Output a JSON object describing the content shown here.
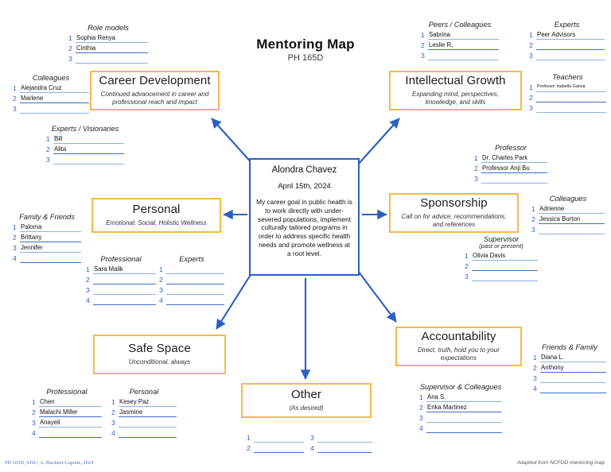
{
  "header": {
    "title": "Mentoring Map",
    "subtitle": "PH 165D"
  },
  "center": {
    "name": "Alondra Chavez",
    "date": "April 15th, 2024",
    "goal": "My career goal in public health is to work directly with under-severed populations, implement culturally tailored programs in order to address specific health needs and promote wellness at a root level."
  },
  "categories": {
    "career": {
      "title": "Career Development",
      "subtitle": "Continued advancement in career and professional reach and impact"
    },
    "intellectual": {
      "title": "Intellectual Growth",
      "subtitle": "Expanding mind, perspectives, knowledge, and skills"
    },
    "personal": {
      "title": "Personal",
      "subtitle": "Emotional, Social, Holistic Wellness"
    },
    "sponsorship": {
      "title": "Sponsorship",
      "subtitle": "Call on for advice, recommendations, and references"
    },
    "safespace": {
      "title": "Safe Space",
      "subtitle": "Unconditional, always"
    },
    "accountability": {
      "title": "Accountability",
      "subtitle": "Direct, truth, hold you to your expectations"
    },
    "other": {
      "title": "Other",
      "subtitle": "(As desired)"
    }
  },
  "lists": {
    "role_models": {
      "heading": "Role models",
      "items": [
        "Sophia Renya",
        "Cinthia",
        ""
      ]
    },
    "colleagues_career": {
      "heading": "Colleagues",
      "items": [
        "Alejandra Cruz",
        "Marlene",
        ""
      ]
    },
    "experts_visionaries": {
      "heading": "Experts / Visionaries",
      "items": [
        "Bill",
        "Alita",
        ""
      ]
    },
    "family_friends": {
      "heading": "Family & Friends",
      "items": [
        "Paloma",
        "Brittany",
        "Jennifer",
        ""
      ]
    },
    "professional_personal": {
      "heading": "Professional",
      "items": [
        "Sara Malik",
        "",
        "",
        ""
      ]
    },
    "experts_personal": {
      "heading": "Experts",
      "items": [
        "",
        "",
        "",
        ""
      ]
    },
    "professional_safe": {
      "heading": "Professional",
      "items": [
        "Chen",
        "Malachi Miller",
        "Anayeli",
        ""
      ]
    },
    "personal_safe": {
      "heading": "Personal",
      "items": [
        "Kesey Paz",
        "Jasmine",
        "",
        ""
      ]
    },
    "peers_colleagues": {
      "heading": "Peers / Colleagues",
      "items": [
        "Sabrina",
        "Leslie R,",
        ""
      ]
    },
    "experts_intellectual": {
      "heading": "Experts",
      "items": [
        "Peer Advisors",
        "",
        ""
      ]
    },
    "teachers": {
      "heading": "Teachers",
      "items": [
        "Professor Isabella Garcia",
        "",
        ""
      ]
    },
    "professor": {
      "heading": "Professor",
      "items": [
        "Dr. Charles Park",
        "Professor Anji Bu",
        ""
      ]
    },
    "colleagues_sponsorship": {
      "heading": "Colleagues",
      "items": [
        "Adrienne",
        "Jessica Burton",
        ""
      ]
    },
    "supervisor": {
      "heading": "Supervisor",
      "subheading": "(past or present)",
      "items": [
        "Olivia Davis",
        "",
        ""
      ]
    },
    "friends_family": {
      "heading": "Friends & Family",
      "items": [
        "Diana L.",
        "Anthony",
        "",
        ""
      ]
    },
    "supervisor_colleagues": {
      "heading": "Supervisor & Colleagues",
      "items": [
        "Ana S.",
        "Erika Martinez",
        "",
        ""
      ]
    },
    "other_left": {
      "items": [
        "",
        ""
      ],
      "start": 1
    },
    "other_right": {
      "items": [
        "",
        ""
      ],
      "start": 3
    }
  },
  "footer": {
    "left": "PH 165D, SJSU, A. Buckner-Capone, 2024",
    "right": "Adapted from NCFDD mentoring map"
  },
  "colors": {
    "accent_orange": "#F5B84C",
    "accent_blue": "#2B5FC4",
    "line_blue": "#8FB0E0"
  }
}
